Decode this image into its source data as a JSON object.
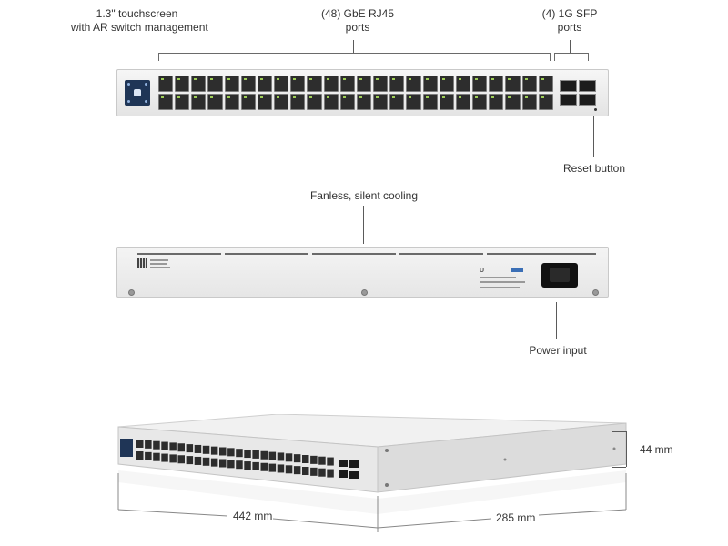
{
  "labels": {
    "touchscreen_line1": "1.3\" touchscreen",
    "touchscreen_line2": "with AR switch management",
    "rj45_line1": "(48) GbE RJ45",
    "rj45_line2": "ports",
    "sfp_line1": "(4) 1G SFP",
    "sfp_line2": "ports",
    "reset": "Reset button",
    "cooling": "Fanless, silent cooling",
    "power": "Power input",
    "height": "44 mm",
    "width": "442 mm",
    "depth": "285 mm"
  },
  "colors": {
    "screen": "#1f3556",
    "port_led": "#9fcf57",
    "chassis": "#e6e6e6"
  },
  "icons": [
    "touchscreen-icon",
    "rj45-port-icon",
    "sfp-port-icon",
    "power-socket-icon",
    "ubiquiti-logo-icon"
  ]
}
